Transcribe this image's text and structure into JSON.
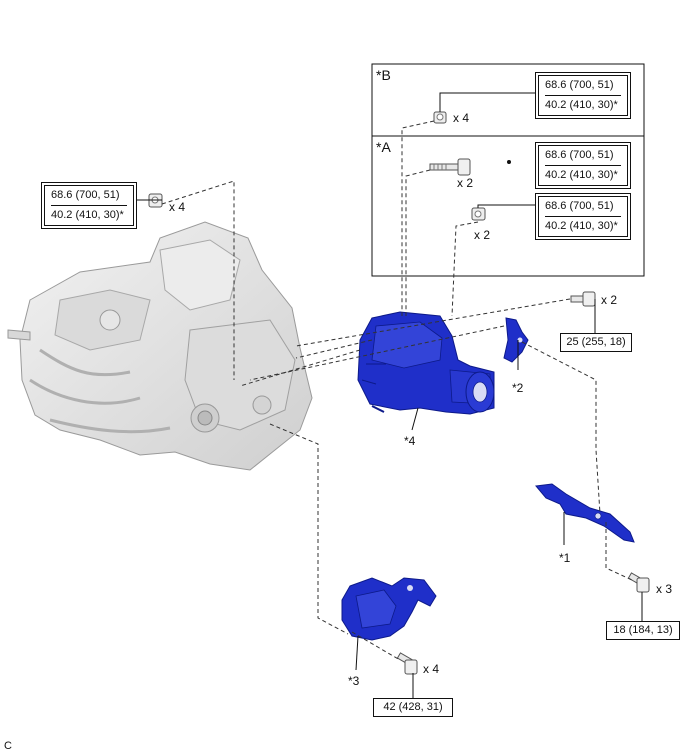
{
  "views": {
    "b_label": "*B",
    "a_label": "*A"
  },
  "parts": {
    "p1": "*1",
    "p2": "*2",
    "p3": "*3",
    "p4": "*4"
  },
  "quantities": {
    "b_bolt": "x 4",
    "a_bolt": "x 2",
    "a_nut": "x 2",
    "left_nut": "x 4",
    "top_right_bolt": "x 2",
    "bracket_bolt": "x 3",
    "bottom_bolt": "x 4"
  },
  "torques": {
    "b_spec": {
      "line1": "68.6 (700, 51)",
      "line2": "40.2 (410, 30)*"
    },
    "a_bolt_spec": {
      "line1": "68.6 (700, 51)",
      "line2": "40.2 (410, 30)*"
    },
    "a_nut_spec": {
      "line1": "68.6 (700, 51)",
      "line2": "40.2 (410, 30)*"
    },
    "left_spec": {
      "line1": "68.6 (700, 51)",
      "line2": "40.2 (410, 30)*"
    },
    "top_right_spec": "25 (255, 18)",
    "bracket_spec": "18 (184, 13)",
    "bottom_spec": "42 (428, 31)"
  },
  "footer": {
    "code": "C"
  },
  "colors": {
    "part_blue": "#1f2fc9",
    "part_blue_dark": "#0d1a8a",
    "housing_grey": "#e4e4e4",
    "line": "#111111"
  }
}
